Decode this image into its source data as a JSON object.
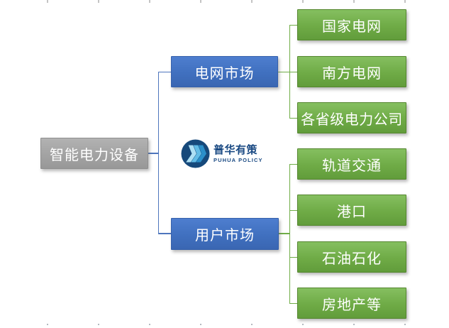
{
  "diagram": {
    "title_hint": "smart power equipment market structure",
    "root": {
      "label": "智能电力设备"
    },
    "branches": [
      {
        "label": "电网市场",
        "children": [
          {
            "label": "国家电网"
          },
          {
            "label": "南方电网"
          },
          {
            "label": "各省级电力公司"
          }
        ]
      },
      {
        "label": "用户市场",
        "children": [
          {
            "label": "轨道交通"
          },
          {
            "label": "港口"
          },
          {
            "label": "石油石化"
          },
          {
            "label": "房地产等"
          }
        ]
      }
    ]
  },
  "logo": {
    "name_cn": "普华有策",
    "name_en": "PUHUA POLICY"
  },
  "colors": {
    "root_gray": "#a6a6a6",
    "branch_blue": "#4472c4",
    "leaf_green": "#70ad47",
    "connector_blue": "#4e76bd",
    "connector_green": "#70ad47",
    "logo_circle_navy": "#16497b",
    "logo_chevron_light": "#aee0f4",
    "logo_chevron_mid": "#62bce6",
    "logo_chevron_dark": "#2b8fc9",
    "logo_text_navy": "#1a4a83"
  }
}
